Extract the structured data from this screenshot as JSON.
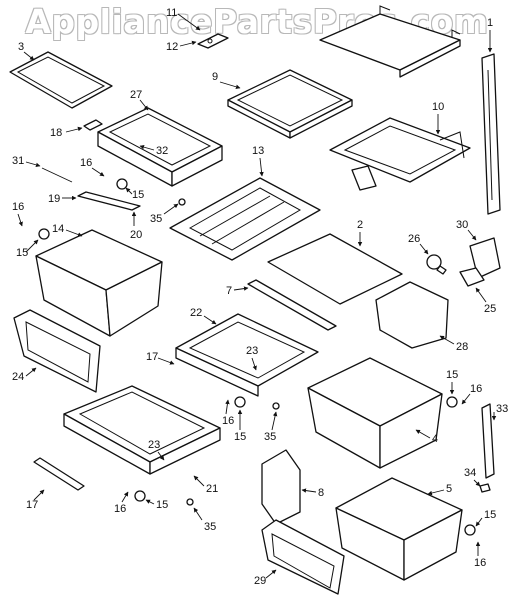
{
  "watermark": "AppliancePartsPros.com",
  "callouts": [
    "1",
    "2",
    "3",
    "4",
    "5",
    "7",
    "8",
    "9",
    "10",
    "11",
    "12",
    "13",
    "14",
    "15",
    "16",
    "17",
    "18",
    "19",
    "20",
    "21",
    "22",
    "23",
    "24",
    "25",
    "26",
    "27",
    "28",
    "29",
    "30",
    "31",
    "32",
    "33",
    "34",
    "35"
  ]
}
